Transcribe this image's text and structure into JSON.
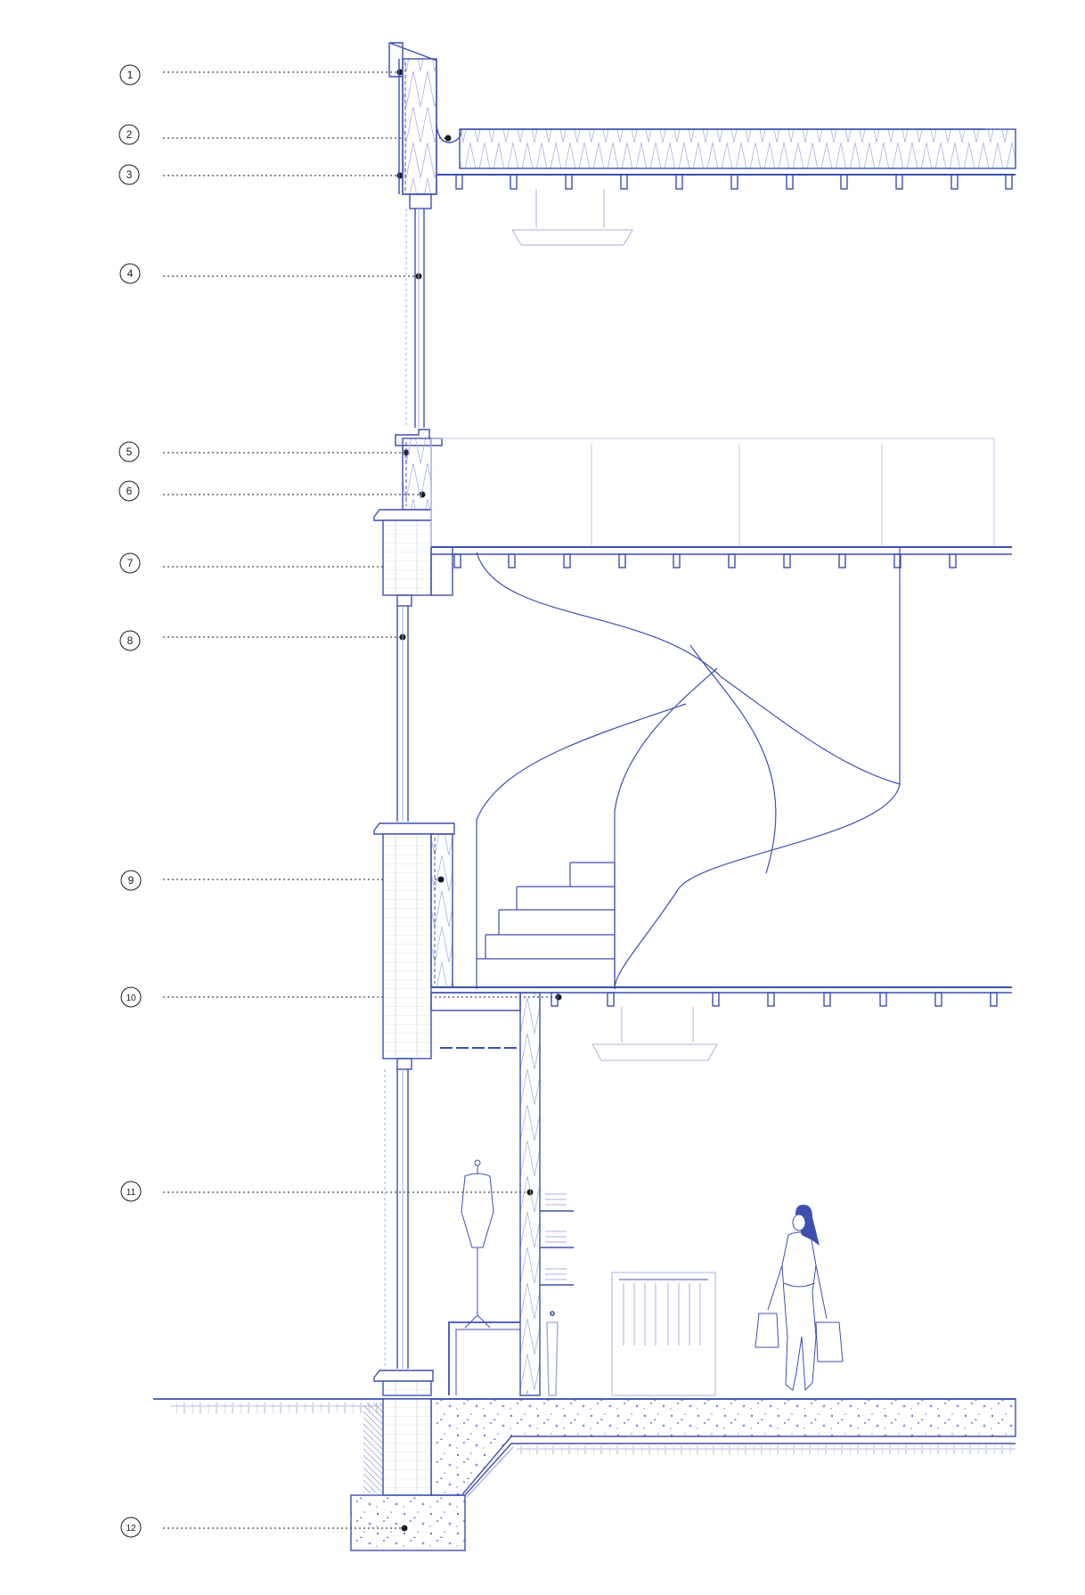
{
  "colors": {
    "line": "#3d4fb0",
    "light": "#aab2dc",
    "callout": "#1a1a1a",
    "background": "#ffffff"
  },
  "callouts": [
    {
      "number": "1"
    },
    {
      "number": "2"
    },
    {
      "number": "3"
    },
    {
      "number": "4"
    },
    {
      "number": "5"
    },
    {
      "number": "6"
    },
    {
      "number": "7"
    },
    {
      "number": "8"
    },
    {
      "number": "9"
    },
    {
      "number": "10"
    },
    {
      "number": "11"
    },
    {
      "number": "12"
    }
  ]
}
